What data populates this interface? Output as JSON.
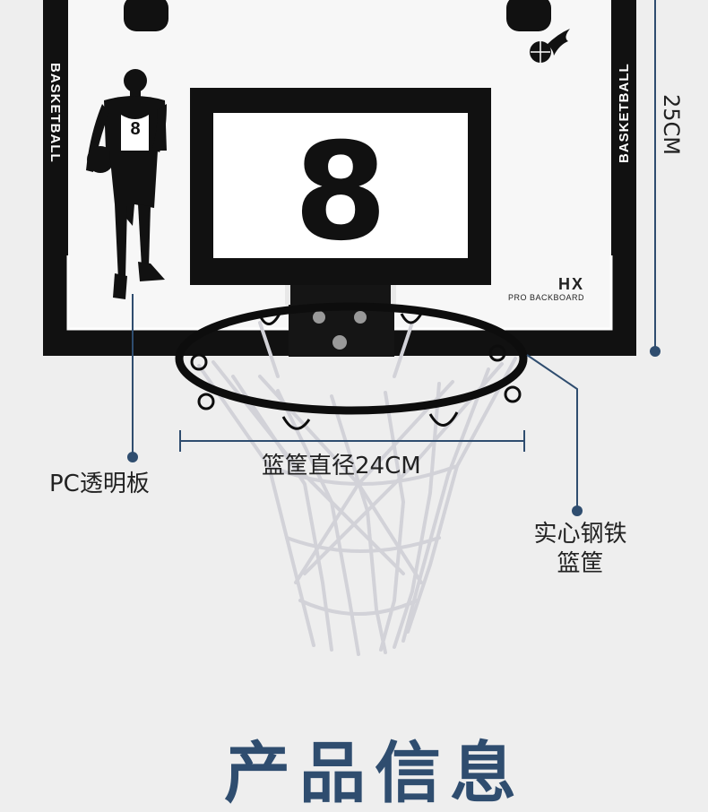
{
  "product": {
    "side_text": "BASKETBALL",
    "jersey_number": "8",
    "brand": "HX",
    "model": "PRO BACKBOARD"
  },
  "annotations": {
    "material_label": "PC透明板",
    "diameter_label": "篮筐直径24CM",
    "rim_label_line1": "实心钢铁",
    "rim_label_line2": "篮筐",
    "height_label": "25CM"
  },
  "section_title": "产品信息",
  "colors": {
    "accent": "#2f4d6f",
    "background": "#eeeeee",
    "frame": "#111111"
  }
}
